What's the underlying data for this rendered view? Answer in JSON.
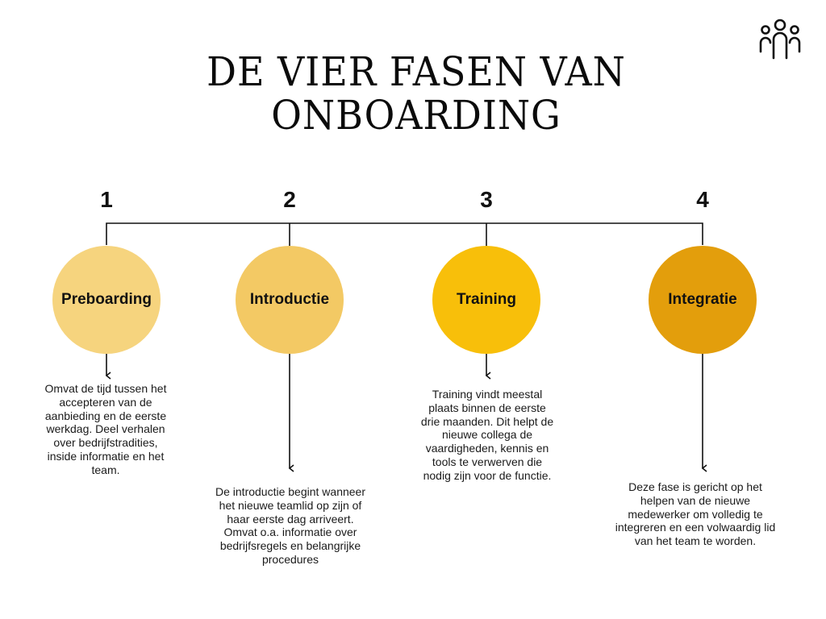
{
  "title": "DE VIER FASEN VAN ONBOARDING",
  "title_lines": [
    "DE VIER FASEN VAN",
    "ONBOARDING"
  ],
  "icon": "people-group-icon",
  "connector_color": "#111111",
  "phases": [
    {
      "number": "1",
      "label": "Preboarding",
      "color": "#F6D47E",
      "description": "Omvat de tijd tussen het accepteren van de aanbieding en de eerste werkdag. Deel verhalen over bedrijfstradities, inside informatie en het team."
    },
    {
      "number": "2",
      "label": "Introductie",
      "color": "#F3C964",
      "description": "De introductie begint wanneer het nieuwe teamlid op zijn of haar eerste dag arriveert. Omvat o.a. informatie over bedrijfsregels en belangrijke procedures"
    },
    {
      "number": "3",
      "label": "Training",
      "color": "#F8BF0A",
      "description": "Training vindt meestal plaats binnen de eerste drie maanden. Dit helpt de nieuwe collega de vaardigheden, kennis en tools te verwerven die nodig zijn voor de functie."
    },
    {
      "number": "4",
      "label": "Integratie",
      "color": "#E39E0C",
      "description": "Deze fase is gericht op het helpen van de nieuwe medewerker om volledig te integreren en een volwaardig lid van het team te worden."
    }
  ]
}
